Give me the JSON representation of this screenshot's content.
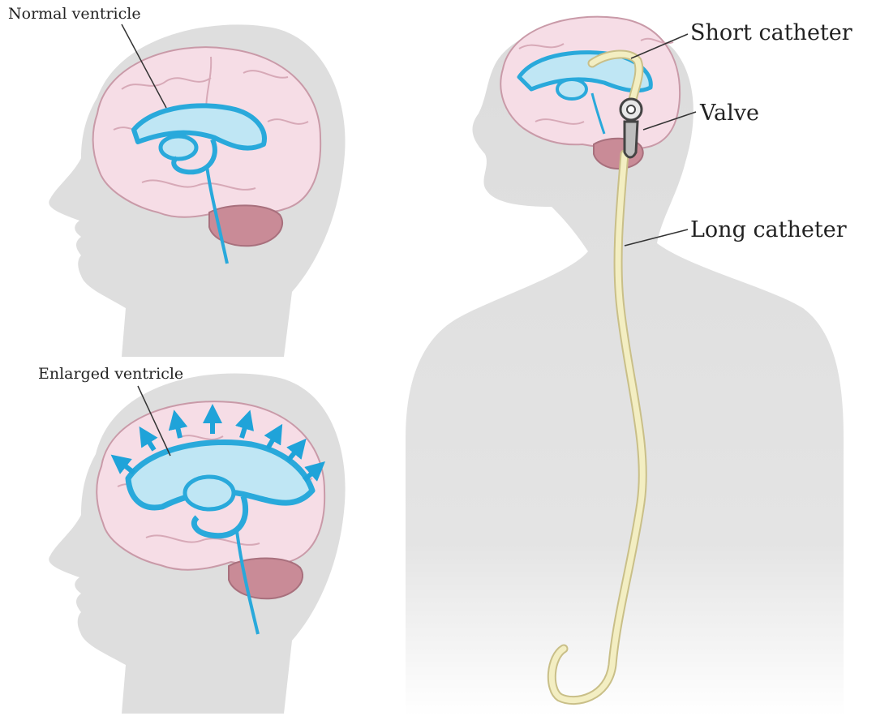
{
  "labels": {
    "normal_ventricle": "Normal ventricle",
    "enlarged_ventricle": "Enlarged ventricle",
    "short_catheter": "Short catheter",
    "valve": "Valve",
    "long_catheter": "Long catheter"
  },
  "colors": {
    "silhouette": "#dedede",
    "brain_fill": "#f6dde6",
    "brain_outline": "#c99aa8",
    "cerebellum": "#c98b97",
    "ventricle_fill": "#bfe6f4",
    "ventricle_stroke": "#29a9db",
    "arrow": "#1fa3d9",
    "catheter": "#f3eec2",
    "catheter_outline": "#c9bf88",
    "leader_line": "#333333"
  }
}
